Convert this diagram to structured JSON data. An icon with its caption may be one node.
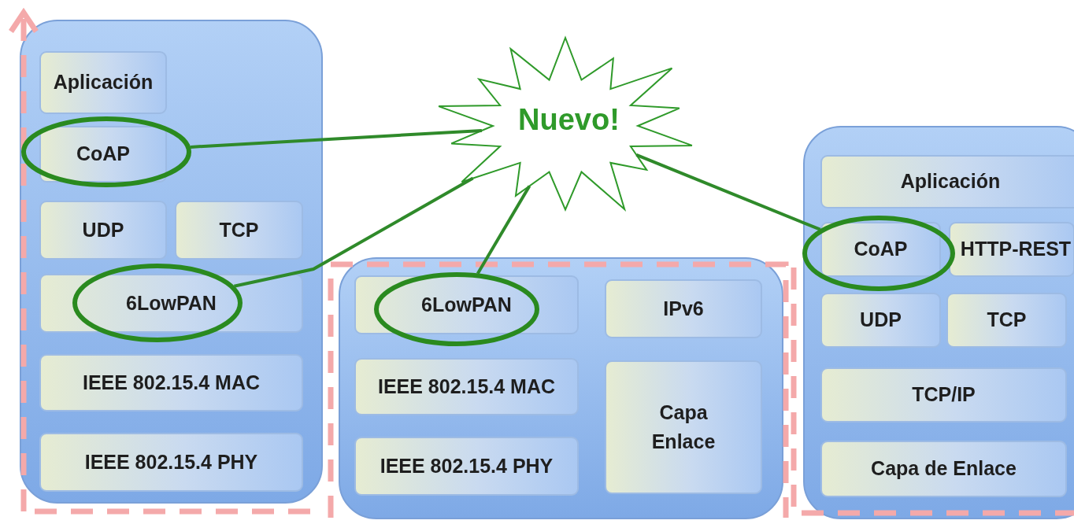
{
  "diagram": {
    "nodes": [
      {
        "text": [],
        "shape": "box"
      },
      {
        "text": [
          "Aplicación"
        ],
        "in": 0
      },
      {
        "text": [
          "CoAP"
        ],
        "in": 0
      },
      {
        "text": [
          "UDP"
        ],
        "in": 0
      },
      {
        "text": [
          "TCP"
        ],
        "in": 0
      },
      {
        "text": [
          "6LowPAN"
        ],
        "in": 0
      },
      {
        "text": [
          "IEEE 802.15.4 MAC"
        ],
        "in": 0
      },
      {
        "text": [
          "IEEE 802.15.4 PHY"
        ],
        "in": 0
      },
      {
        "text": [],
        "shape": "box"
      },
      {
        "text": [
          "6LowPAN"
        ],
        "in": 8
      },
      {
        "text": [
          "IPv6"
        ],
        "in": 8
      },
      {
        "text": [
          "IEEE 802.15.4 MAC"
        ],
        "in": 8
      },
      {
        "text": [
          "Capa Enlace"
        ],
        "in": 8
      },
      {
        "text": [
          "IEEE 802.15.4 PHY"
        ],
        "in": 8
      },
      {
        "text": [],
        "shape": "box"
      },
      {
        "text": [
          "Aplicación"
        ],
        "in": 14
      },
      {
        "text": [
          "CoAP"
        ],
        "in": 14
      },
      {
        "text": [
          "HTTP-REST"
        ],
        "in": 14
      },
      {
        "text": [
          "UDP"
        ],
        "in": 14
      },
      {
        "text": [
          "TCP"
        ],
        "in": 14
      },
      {
        "text": [
          "TCP/IP"
        ],
        "in": 14
      },
      {
        "text": [
          "Capa de Enlace"
        ],
        "in": 14
      },
      {
        "text": [
          "Nuevo!"
        ]
      }
    ],
    "edges": [
      {
        "from": 22,
        "to": 2,
        "arrow": "none"
      },
      {
        "from": 22,
        "to": 5,
        "arrow": "none"
      },
      {
        "from": 22,
        "to": 9,
        "arrow": "none"
      },
      {
        "from": 22,
        "to": 16,
        "arrow": "none"
      }
    ]
  }
}
